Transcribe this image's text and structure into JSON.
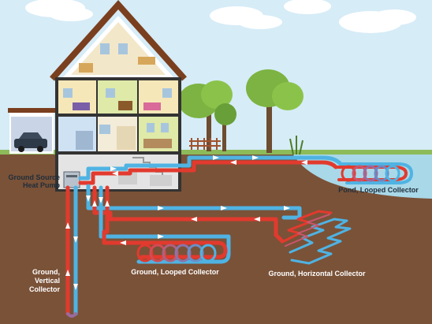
{
  "labels": {
    "heat_pump": [
      "Ground Source",
      "Heat Pump"
    ],
    "pond": "Pond, Looped Collector",
    "vertical": [
      "Ground,",
      "Vertical",
      "Collector"
    ],
    "looped": "Ground, Looped Collector",
    "horizontal": "Ground, Horizontal Collector"
  },
  "colors": {
    "sky": "#d6ecf7",
    "soil": "#7a5238",
    "pond": "#a9d8e8",
    "hot_pipe": "#e23a2e",
    "cold_pipe": "#4fb3e3",
    "roof": "#7a3f1e",
    "wall": "#ffffff",
    "tree_canopy": "#7cb342",
    "tree_trunk": "#6d4c2f"
  }
}
